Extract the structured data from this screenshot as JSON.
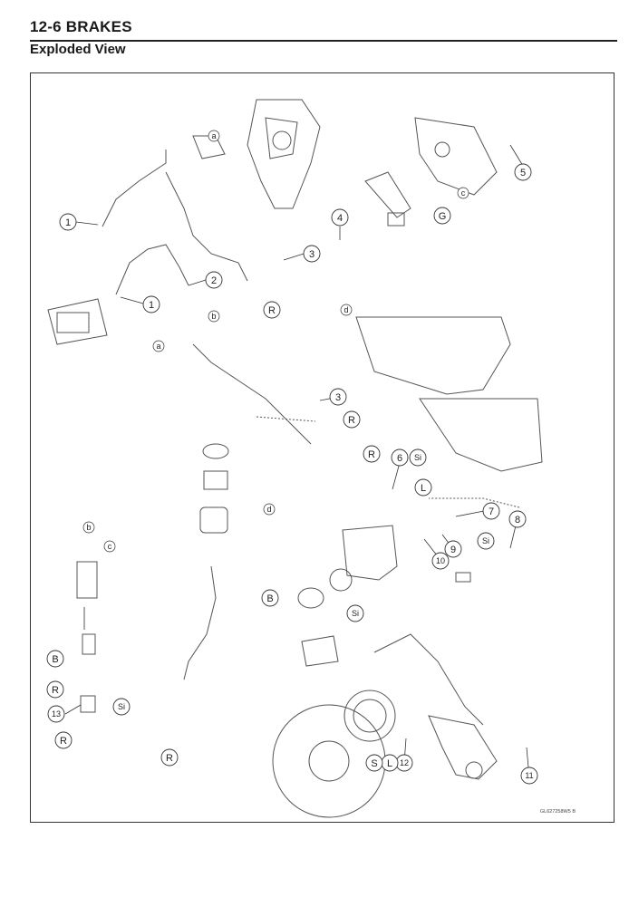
{
  "header": {
    "title": "12-6 BRAKES",
    "subtitle": "Exploded View"
  },
  "callouts": [
    {
      "id": "c1a",
      "text": "1"
    },
    {
      "id": "c1b",
      "text": "1"
    },
    {
      "id": "c2",
      "text": "2"
    },
    {
      "id": "c3a",
      "text": "3"
    },
    {
      "id": "c3b",
      "text": "3"
    },
    {
      "id": "c4",
      "text": "4"
    },
    {
      "id": "c5",
      "text": "5"
    },
    {
      "id": "c6",
      "text": "6"
    },
    {
      "id": "c7",
      "text": "7"
    },
    {
      "id": "c8",
      "text": "8"
    },
    {
      "id": "c9",
      "text": "9"
    },
    {
      "id": "c10",
      "text": "10"
    },
    {
      "id": "c11",
      "text": "11"
    },
    {
      "id": "c12",
      "text": "12"
    },
    {
      "id": "c13",
      "text": "13"
    }
  ],
  "letters": {
    "a": "a",
    "b": "b",
    "c": "c",
    "d": "d",
    "R": "R",
    "G": "G",
    "L": "L",
    "B": "B",
    "S": "S",
    "Si": "Si"
  },
  "figure_code": "GL627258W5 B"
}
